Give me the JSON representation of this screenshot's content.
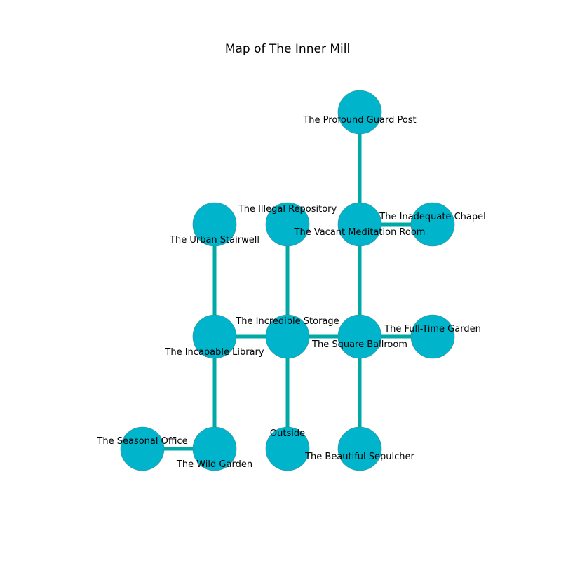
{
  "title": "Map of The Inner Mill",
  "colors": {
    "node_fill": "#00b4cc",
    "node_stroke": "#3a8a96",
    "edge": "#00a9a5",
    "background": "#ffffff",
    "text": "#000000"
  },
  "rooms": [
    {
      "id": "guard",
      "name": "The Profound Guard Post"
    },
    {
      "id": "stairwell",
      "name": "The Urban Stairwell"
    },
    {
      "id": "repository",
      "name": "The Illegal Repository"
    },
    {
      "id": "meditation",
      "name": "The Vacant Meditation Room"
    },
    {
      "id": "chapel",
      "name": "The Inadequate Chapel"
    },
    {
      "id": "library",
      "name": "The Incapable Library"
    },
    {
      "id": "storage",
      "name": "The Incredible Storage"
    },
    {
      "id": "ballroom",
      "name": "The Square Ballroom"
    },
    {
      "id": "fulltime",
      "name": "The Full-Time Garden"
    },
    {
      "id": "office",
      "name": "The Seasonal Office"
    },
    {
      "id": "wild",
      "name": "The Wild Garden"
    },
    {
      "id": "outside",
      "name": "Outside"
    },
    {
      "id": "sepulcher",
      "name": "The Beautiful Sepulcher"
    }
  ],
  "connections": [
    [
      "guard",
      "meditation"
    ],
    [
      "meditation",
      "chapel"
    ],
    [
      "meditation",
      "ballroom"
    ],
    [
      "stairwell",
      "library"
    ],
    [
      "repository",
      "storage"
    ],
    [
      "library",
      "storage"
    ],
    [
      "storage",
      "ballroom"
    ],
    [
      "ballroom",
      "fulltime"
    ],
    [
      "library",
      "wild"
    ],
    [
      "wild",
      "office"
    ],
    [
      "storage",
      "outside"
    ],
    [
      "ballroom",
      "sepulcher"
    ]
  ]
}
